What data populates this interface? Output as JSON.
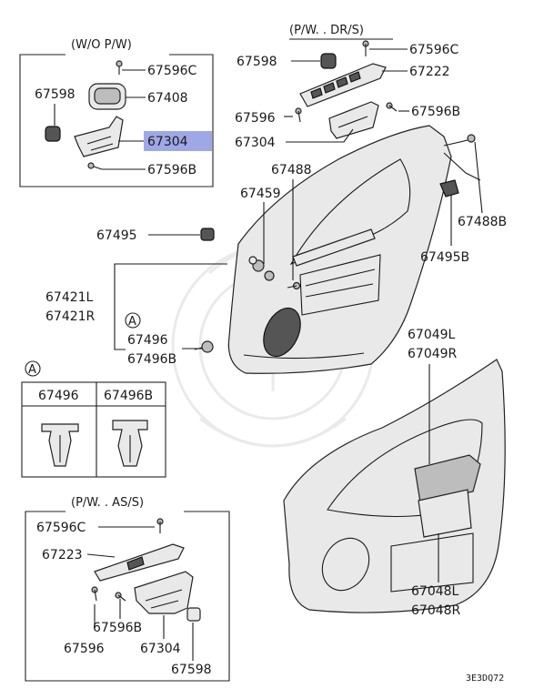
{
  "box_headers": {
    "wo_pw": "(W/O  P/W)",
    "pw_dr": "(P/W. . DR/S)",
    "pw_as": "(P/W. . AS/S)"
  },
  "wo_pw": {
    "l67596c": "67596C",
    "l67598": "67598",
    "l67408": "67408",
    "l67304": "67304",
    "l67596b": "67596B"
  },
  "pw_dr": {
    "l67598": "67598",
    "l67596c": "67596C",
    "l67222": "67222",
    "l67596": "67596",
    "l67596b": "67596B",
    "l67304": "67304"
  },
  "door": {
    "l67488": "67488",
    "l67488b": "67488B",
    "l67459": "67459",
    "l67495": "67495",
    "l67495b": "67495B",
    "l67421l": "67421L",
    "l67421r": "67421R",
    "l67496": "67496",
    "l67496b": "67496B",
    "l67049l": "67049L",
    "l67049r": "67049R",
    "l67048l": "67048L",
    "l67048r": "67048R"
  },
  "callout_a": "A",
  "clip_table": {
    "marker": "A",
    "col1": "67496",
    "col2": "67496B"
  },
  "pw_as": {
    "l67596c": "67596C",
    "l67223": "67223",
    "l67596b": "67596B",
    "l67596": "67596",
    "l67304": "67304",
    "l67598": "67598"
  },
  "diagram_code": "3E3DQ72",
  "colors": {
    "highlight": "#9fa8e6",
    "line": "#1a1a1a"
  }
}
